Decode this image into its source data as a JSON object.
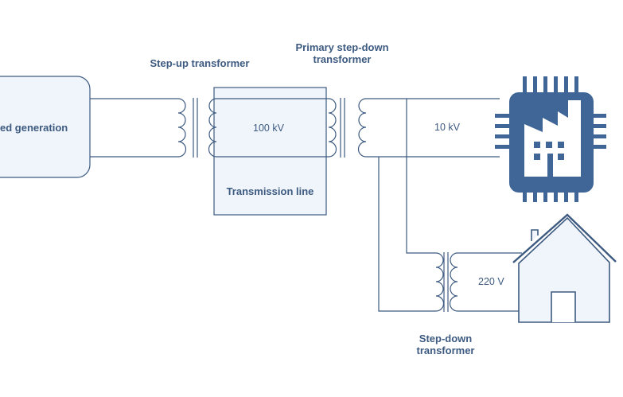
{
  "diagram": {
    "generation_label": "ed generation",
    "step_up_label": "Step-up transformer",
    "primary_step_down_label": "Primary step-down\ntransformer",
    "transmission_line_label": "Transmission line",
    "voltage_100kv": "100 kV",
    "voltage_10kv": "10 kV",
    "voltage_220v": "220 V",
    "step_down_label": "Step-down\ntransformer"
  },
  "colors": {
    "stroke": "#3d5a80",
    "fill_light": "#f0f5fb",
    "icon_fill": "#3f6696",
    "label": "#3d5a80"
  },
  "icons": [
    "factory-chip-icon",
    "house-icon",
    "transformer-coil-icon"
  ]
}
